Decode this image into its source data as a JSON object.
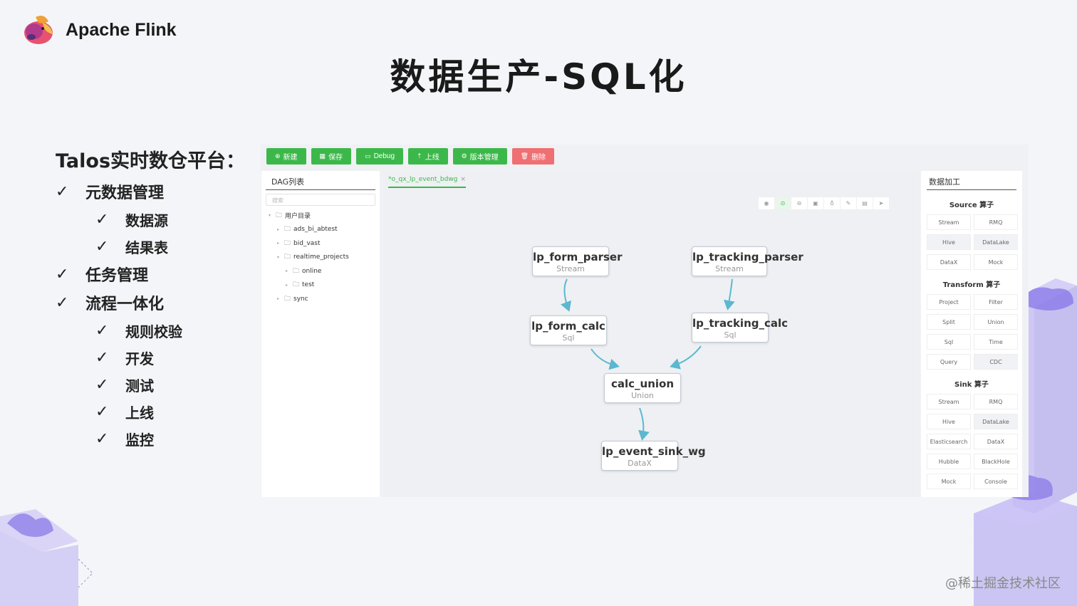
{
  "brand": {
    "name": "Apache Flink"
  },
  "title": "数据生产-SQL化",
  "outline": {
    "heading": "Talos实时数仓平台：",
    "items": [
      {
        "label": "元数据管理",
        "level": 1
      },
      {
        "label": "数据源",
        "level": 2
      },
      {
        "label": "结果表",
        "level": 2
      },
      {
        "label": "任务管理",
        "level": 1
      },
      {
        "label": "流程一体化",
        "level": 1
      },
      {
        "label": "规则校验",
        "level": 2
      },
      {
        "label": "开发",
        "level": 2
      },
      {
        "label": "测试",
        "level": 2
      },
      {
        "label": "上线",
        "level": 2
      },
      {
        "label": "监控",
        "level": 2
      }
    ],
    "check": "✓"
  },
  "toolbar": {
    "new_label": "新建",
    "save_label": "保存",
    "debug_label": "Debug",
    "deploy_label": "上线",
    "version_label": "版本管理",
    "delete_label": "删除"
  },
  "dag": {
    "title": "DAG列表",
    "search_placeholder": "搜索",
    "tree": {
      "root": "用户目录",
      "ads": "ads_bi_abtest",
      "bid": "bid_vast",
      "realtime": "realtime_projects",
      "online": "online",
      "test": "test",
      "sync": "sync"
    }
  },
  "canvas": {
    "tab": "*o_qx_lp_event_bdwg",
    "tab_close": "×",
    "nodes": {
      "form_parser": {
        "name": "lp_form_parser",
        "type": "Stream"
      },
      "tracking_parser": {
        "name": "lp_tracking_parser",
        "type": "Stream"
      },
      "form_calc": {
        "name": "lp_form_calc",
        "type": "Sql"
      },
      "tracking_calc": {
        "name": "lp_tracking_calc",
        "type": "Sql"
      },
      "union": {
        "name": "calc_union",
        "type": "Union"
      },
      "sink": {
        "name": "lp_event_sink_wg",
        "type": "DataX"
      }
    },
    "edge_color": "#5bb8d0"
  },
  "ops": {
    "title": "数据加工",
    "source_title": "Source 算子",
    "source": [
      "Stream",
      "RMQ",
      "Hive",
      "DataLake",
      "DataX",
      "Mock"
    ],
    "transform_title": "Transform 算子",
    "transform": [
      "Project",
      "Filter",
      "Split",
      "Union",
      "Sql",
      "Time",
      "Query",
      "CDC"
    ],
    "sink_title": "Sink 算子",
    "sink": [
      "Stream",
      "RMQ",
      "Hive",
      "DataLake",
      "Elasticsearch",
      "DataX",
      "Hubble",
      "BlackHole",
      "Mock",
      "Console"
    ]
  },
  "colors": {
    "primary": "#3cb84a",
    "danger": "#ef6f73",
    "accent_purple": "#8a7ae8"
  },
  "watermark": "@稀土掘金技术社区"
}
